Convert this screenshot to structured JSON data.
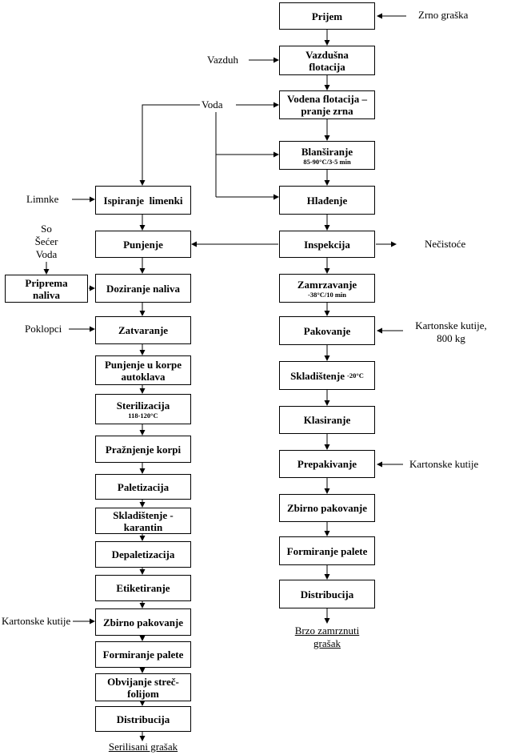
{
  "right_column": {
    "prijem": "Prijem",
    "vazdusna_1": "Vazdušna",
    "vazdusna_2": "flotacija",
    "vodena_1": "Vodena flotacija –",
    "vodena_2": "pranje zrna",
    "blansiranje": "Blanširanje",
    "blansiranje_sub": "85-90°C/3-5 min",
    "hladjenje": "Hlađenje",
    "inspekcija": "Inspekcija",
    "zamrzavanje": "Zamrzavanje",
    "zamrzavanje_sub": "-38°C/10 min",
    "pakovanje": "Pakovanje",
    "skladistenje": "Skladištenje",
    "skladistenje_sub": "-20°C",
    "klasiranje": "Klasiranje",
    "prepakivanje": "Prepakivanje",
    "zbirno": "Zbirno pakovanje",
    "formiranje": "Formiranje palete",
    "distribucija": "Distribucija"
  },
  "left_column": {
    "ispiranje": "Ispiranje  limenki",
    "punjenje": "Punjenje",
    "priprema_1": "Priprema",
    "priprema_2": "naliva",
    "doziranje": "Doziranje naliva",
    "zatvaranje": "Zatvaranje",
    "korpe_1": "Punjenje u korpe",
    "korpe_2": "autoklava",
    "sterilizacija": "Sterilizacija",
    "sterilizacija_sub": "118-120°C",
    "praznjenje": "Pražnjenje korpi",
    "paletizacija": "Paletizacija",
    "karantin_1": "Skladištenje -",
    "karantin_2": "karantin",
    "depaletizacija": "Depaletizacija",
    "etiketiranje": "Etiketiranje",
    "zbirno": "Zbirno pakovanje",
    "formiranje": "Formiranje palete",
    "obvijanje_1": "Obvijanje streč-",
    "obvijanje_2": "folijom",
    "distribucija": "Distribucija"
  },
  "labels": {
    "zrno": "Zrno graška",
    "vazduh": "Vazduh",
    "voda": "Voda",
    "limnke": "Limnke",
    "so": "So",
    "secer": "Šećer",
    "voda2": "Voda",
    "necistoce": "Nečistoće",
    "poklopci": "Poklopci",
    "kartonske_800_1": "Kartonske kutije,",
    "kartonske_800_2": "800 kg",
    "kartonske_right": "Kartonske kutije",
    "kartonske_left": "Kartonske kutije",
    "brzo_1": "Brzo zamrznuti",
    "brzo_2": "grašak",
    "serilisani": "Serilisani grašak"
  }
}
